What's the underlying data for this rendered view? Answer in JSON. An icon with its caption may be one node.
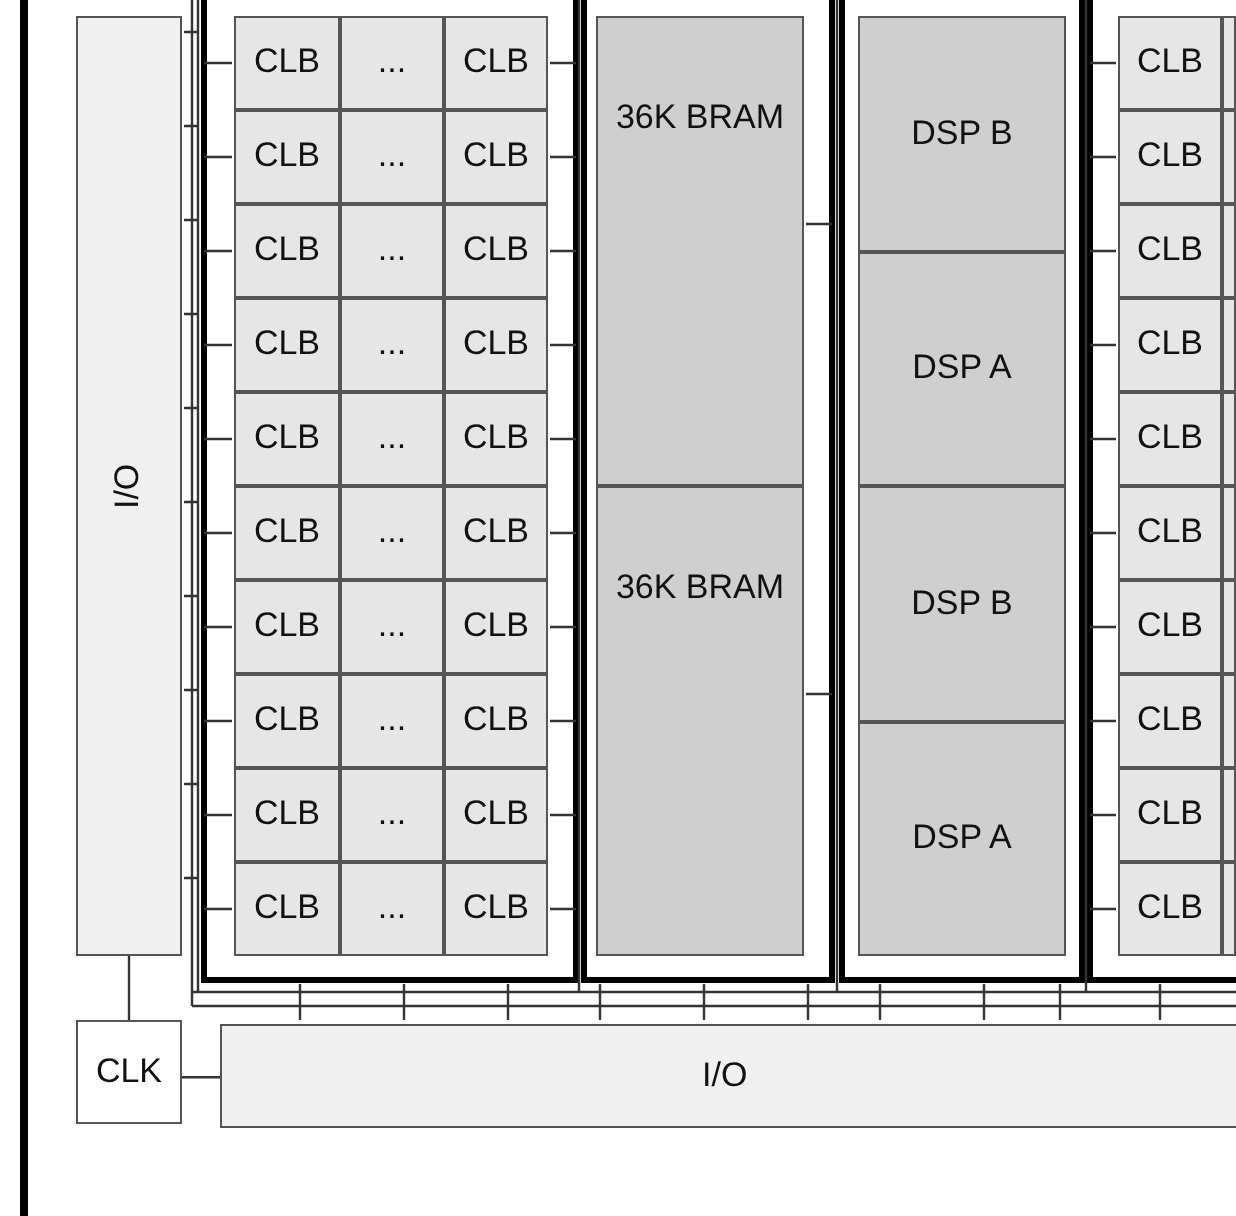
{
  "diagram": {
    "nodes": [
      {
        "text": [
          "I/O"
        ]
      },
      {
        "text": [
          "CLB"
        ]
      },
      {
        "text": [
          "..."
        ]
      },
      {
        "text": [
          "CLB"
        ]
      },
      {
        "text": [
          "CLB"
        ]
      },
      {
        "text": [
          "..."
        ]
      },
      {
        "text": [
          "CLB"
        ]
      },
      {
        "text": [
          "CLB"
        ]
      },
      {
        "text": [
          "..."
        ]
      },
      {
        "text": [
          "CLB"
        ]
      },
      {
        "text": [
          "CLB"
        ]
      },
      {
        "text": [
          "..."
        ]
      },
      {
        "text": [
          "CLB"
        ]
      },
      {
        "text": [
          "CLB"
        ]
      },
      {
        "text": [
          "..."
        ]
      },
      {
        "text": [
          "CLB"
        ]
      },
      {
        "text": [
          "CLB"
        ]
      },
      {
        "text": [
          "..."
        ]
      },
      {
        "text": [
          "CLB"
        ]
      },
      {
        "text": [
          "CLB"
        ]
      },
      {
        "text": [
          "..."
        ]
      },
      {
        "text": [
          "CLB"
        ]
      },
      {
        "text": [
          "CLB"
        ]
      },
      {
        "text": [
          "..."
        ]
      },
      {
        "text": [
          "CLB"
        ]
      },
      {
        "text": [
          "CLB"
        ]
      },
      {
        "text": [
          "..."
        ]
      },
      {
        "text": [
          "CLB"
        ]
      },
      {
        "text": [
          "CLB"
        ]
      },
      {
        "text": [
          "..."
        ]
      },
      {
        "text": [
          "CLB"
        ]
      },
      {
        "text": [
          "36K BRAM"
        ]
      },
      {
        "text": [
          "36K BRAM"
        ]
      },
      {
        "text": [
          "DSP B"
        ]
      },
      {
        "text": [
          "DSP A"
        ]
      },
      {
        "text": [
          "DSP B"
        ]
      },
      {
        "text": [
          "DSP A"
        ]
      },
      {
        "text": [
          "CLB"
        ]
      },
      {
        "text": [
          "CLB"
        ]
      },
      {
        "text": [
          "CLB"
        ]
      },
      {
        "text": [
          "CLB"
        ]
      },
      {
        "text": [
          "CLB"
        ]
      },
      {
        "text": [
          "CLB"
        ]
      },
      {
        "text": [
          "CLB"
        ]
      },
      {
        "text": [
          "CLB"
        ]
      },
      {
        "text": [
          "CLB"
        ]
      },
      {
        "text": [
          "CLB"
        ]
      },
      {
        "text": [],
        "shape": "box"
      },
      {
        "text": [],
        "shape": "box"
      },
      {
        "text": [],
        "shape": "box"
      },
      {
        "text": [],
        "shape": "box"
      },
      {
        "text": [],
        "shape": "box"
      },
      {
        "text": [],
        "shape": "box"
      },
      {
        "text": [],
        "shape": "box"
      },
      {
        "text": [],
        "shape": "box"
      },
      {
        "text": [],
        "shape": "box"
      },
      {
        "text": [],
        "shape": "box"
      },
      {
        "text": [
          "CLK"
        ]
      },
      {
        "text": [
          "I/O"
        ]
      }
    ],
    "edges": [
      {
        "from": 57,
        "to": 0,
        "arrow": "none"
      },
      {
        "from": 57,
        "to": 58,
        "arrow": "none"
      }
    ]
  }
}
